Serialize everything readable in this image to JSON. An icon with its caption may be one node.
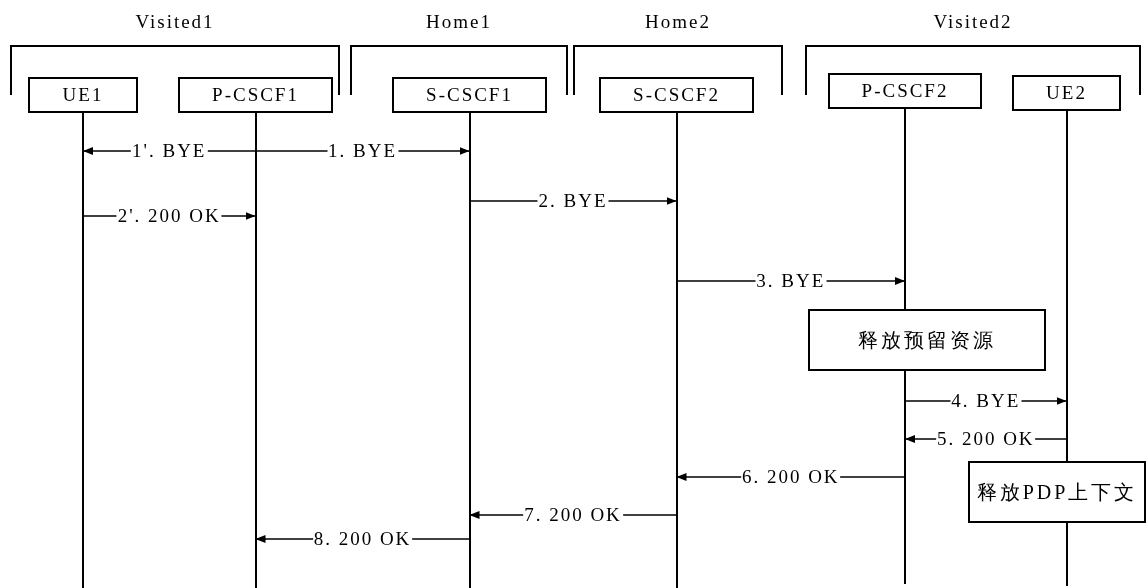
{
  "diagram": {
    "nodes": [
      {
        "text": [
          "Visited1"
        ]
      },
      {
        "text": [
          "UE1"
        ],
        "in": 0
      },
      {
        "text": [
          "P-CSCF1"
        ],
        "in": 0
      },
      {
        "text": [
          "Home1"
        ]
      },
      {
        "text": [
          "S-CSCF1"
        ],
        "in": 3
      },
      {
        "text": [
          "Home2"
        ]
      },
      {
        "text": [
          "S-CSCF2"
        ],
        "in": 5
      },
      {
        "text": [
          "Visited2"
        ]
      },
      {
        "text": [
          "P-CSCF2"
        ],
        "in": 7
      },
      {
        "text": [
          "UE2"
        ],
        "in": 7
      },
      {
        "text": [
          "释放预留资源"
        ]
      },
      {
        "text": [
          "释放PDP上下文"
        ]
      }
    ],
    "edges": [
      {
        "from": 2,
        "to": 1,
        "arrow": "to",
        "label": "1'. BYE"
      },
      {
        "from": 2,
        "to": 4,
        "arrow": "to",
        "label": "1. BYE"
      },
      {
        "from": 4,
        "to": 6,
        "arrow": "to",
        "label": "2. BYE"
      },
      {
        "from": 1,
        "to": 2,
        "arrow": "to",
        "label": "2'. 200 OK"
      },
      {
        "from": 6,
        "to": 8,
        "arrow": "to",
        "label": "3. BYE"
      },
      {
        "from": 8,
        "to": 9,
        "arrow": "to",
        "label": "4. BYE"
      },
      {
        "from": 9,
        "to": 8,
        "arrow": "to",
        "label": "5. 200 OK"
      },
      {
        "from": 8,
        "to": 6,
        "arrow": "to",
        "label": "6. 200 OK"
      },
      {
        "from": 6,
        "to": 4,
        "arrow": "to",
        "label": "7. 200 OK"
      },
      {
        "from": 4,
        "to": 2,
        "arrow": "to",
        "label": "8. 200 OK"
      }
    ]
  }
}
